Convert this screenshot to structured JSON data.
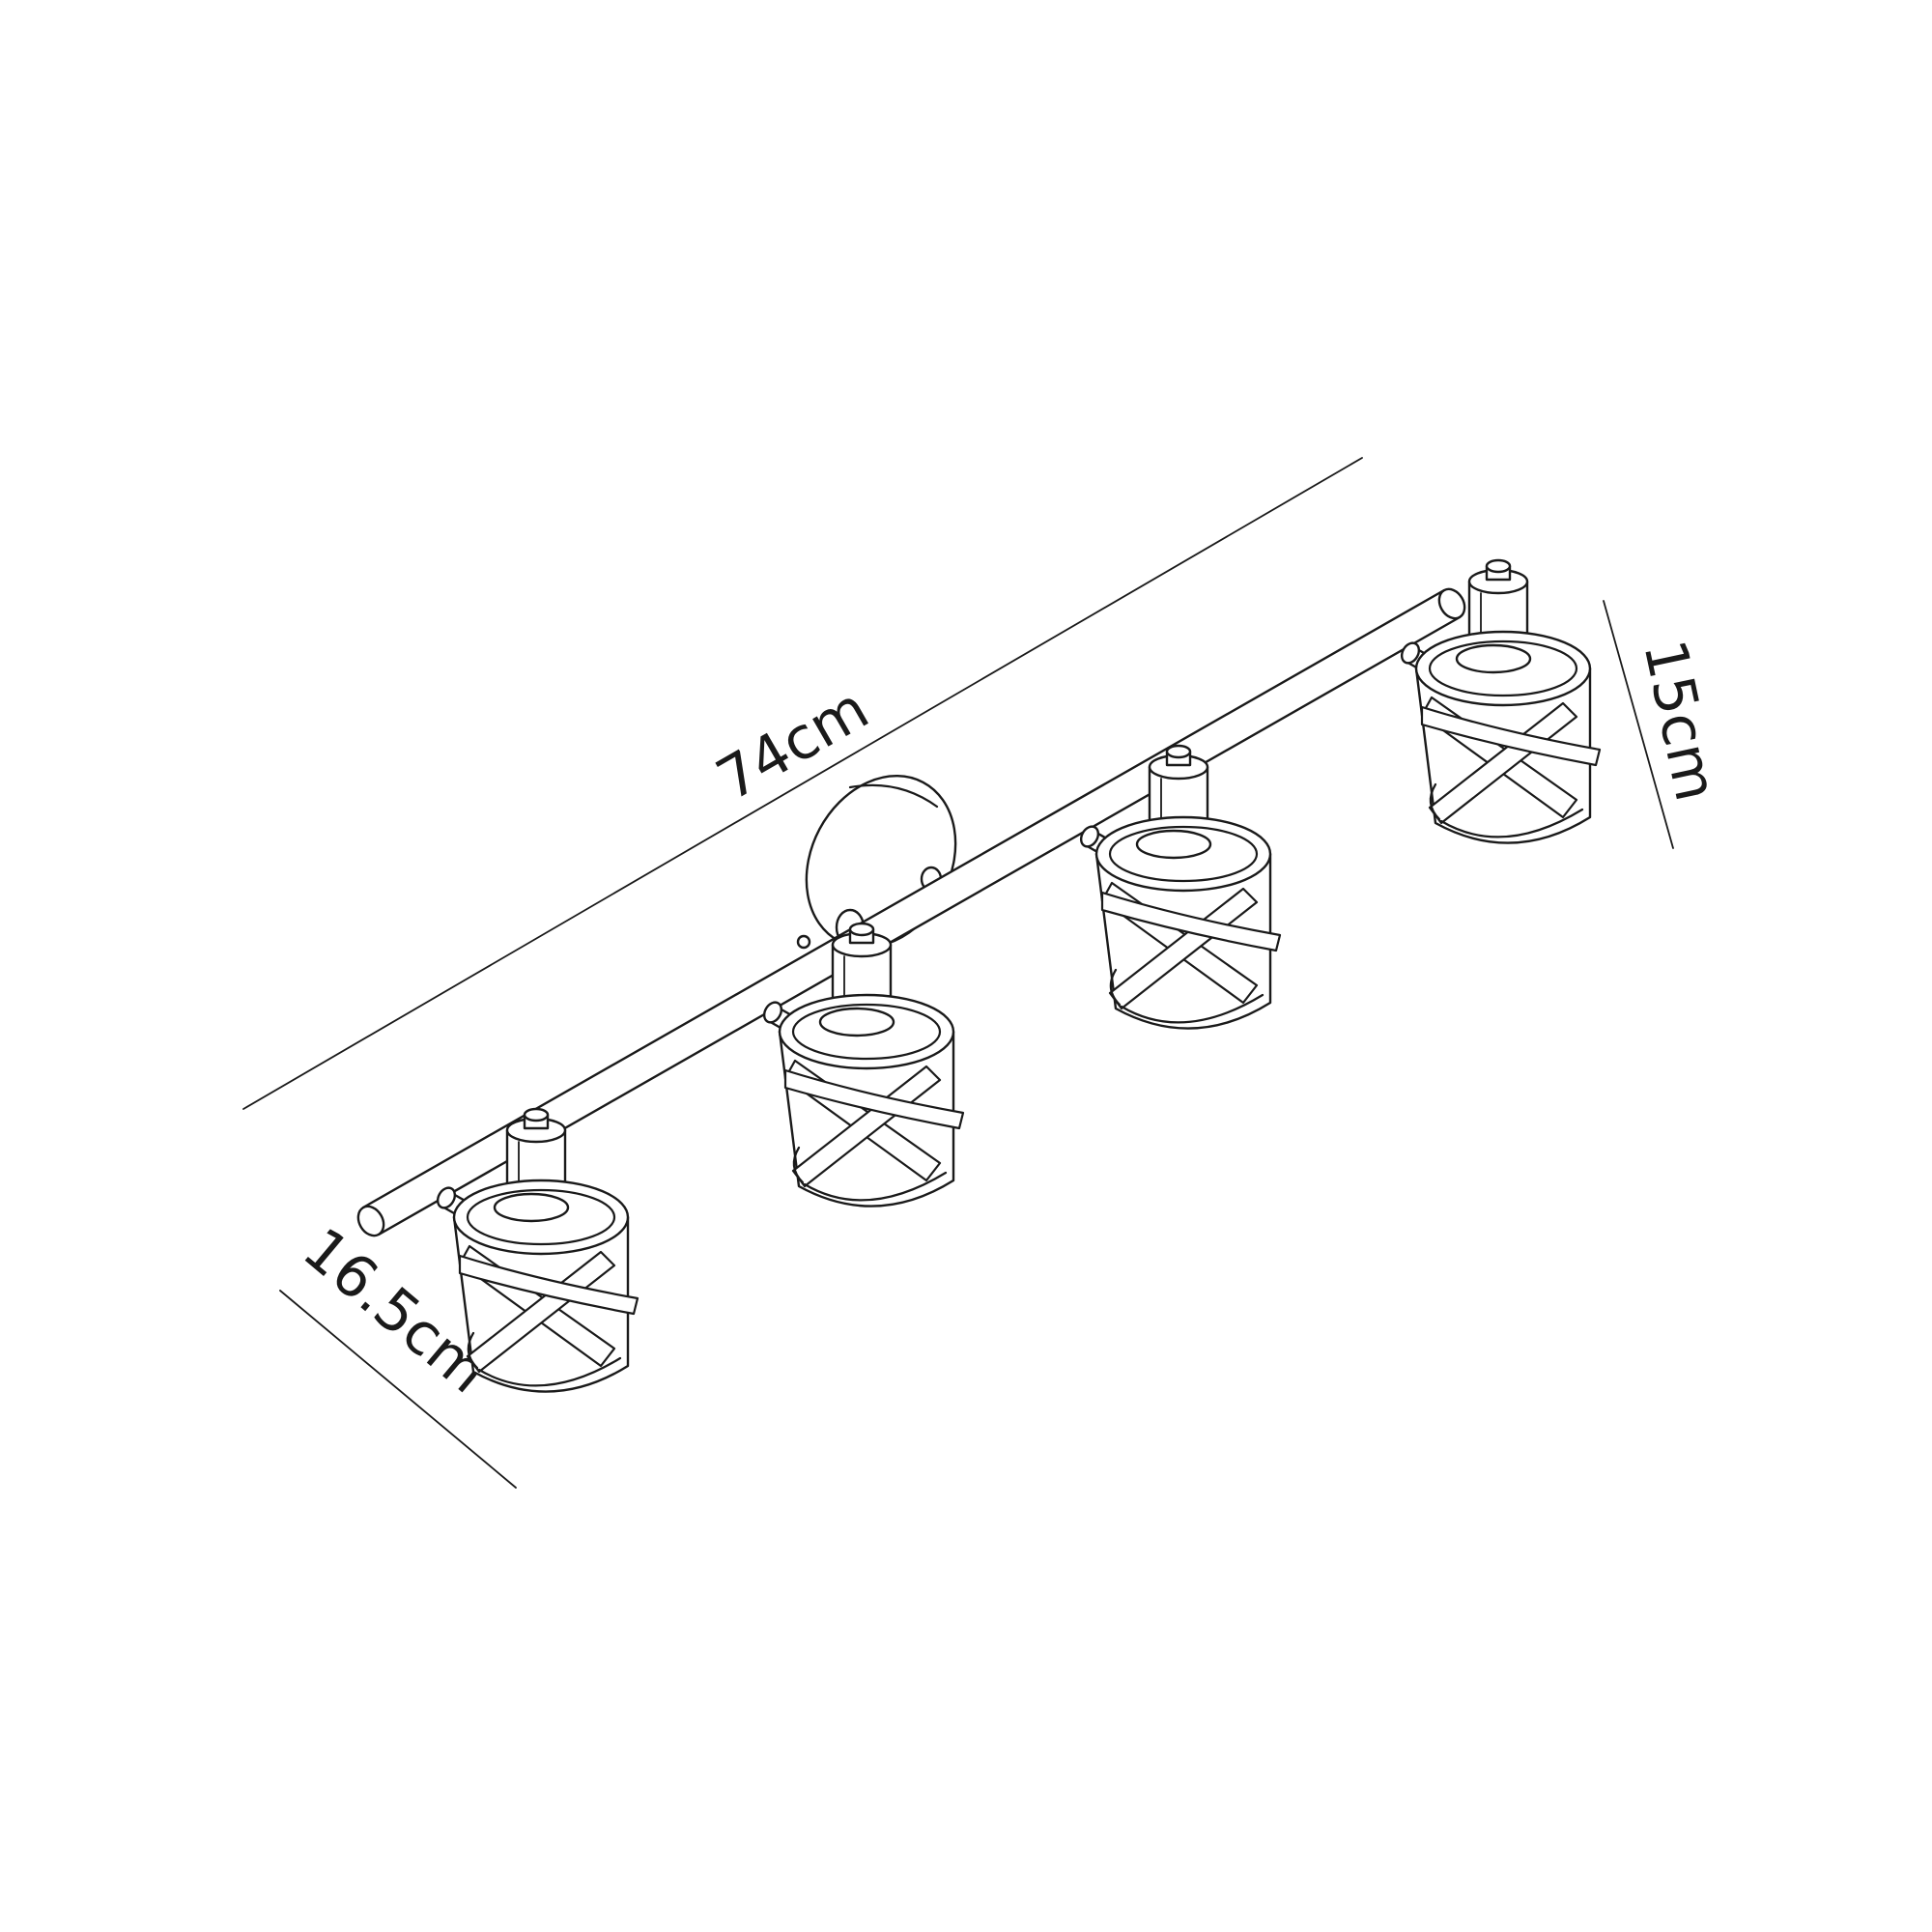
{
  "dimensions": {
    "length": "74cm",
    "height": "15cm",
    "depth": "16.5cm"
  },
  "colors": {
    "line": "#1a1a1a",
    "background": "#ffffff"
  }
}
